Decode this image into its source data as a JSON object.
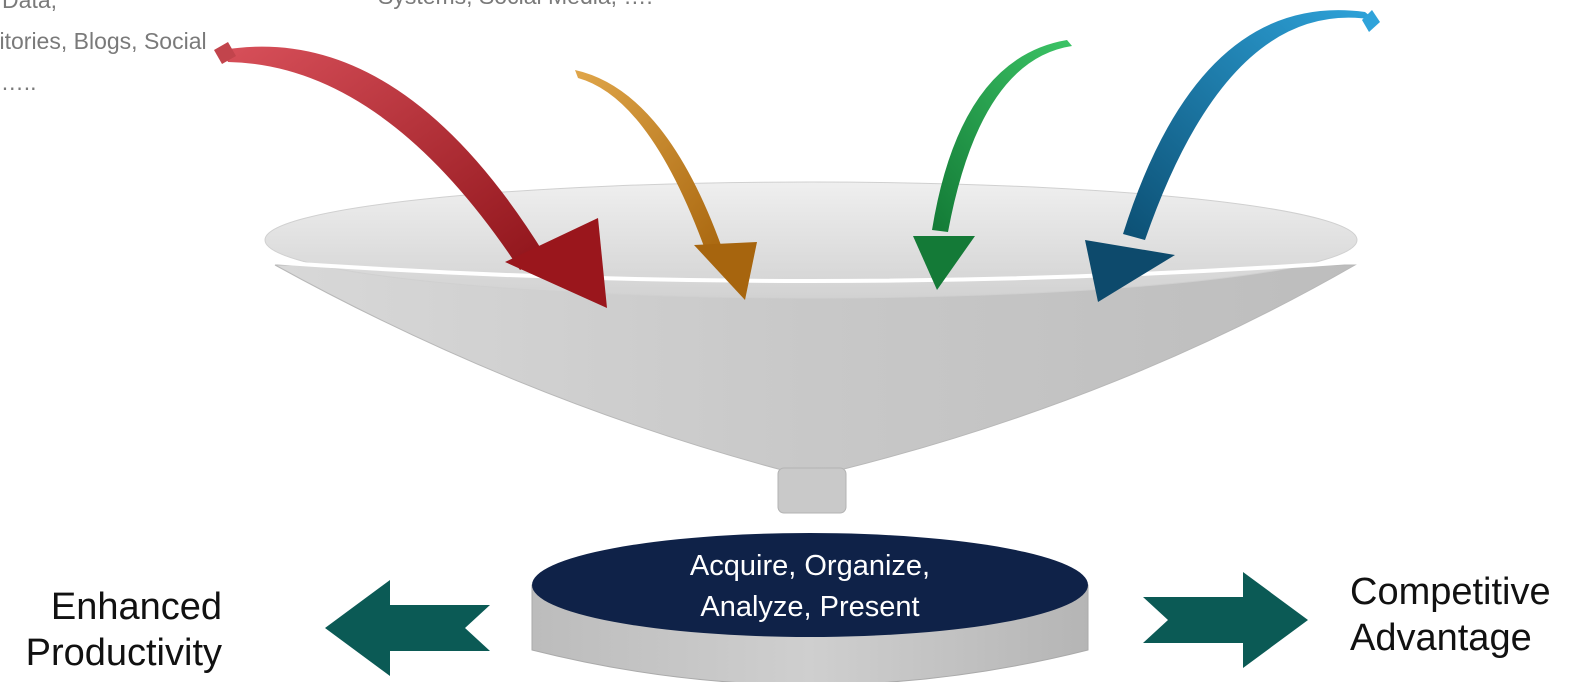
{
  "sources": {
    "left_lines": [
      "r Data,",
      "sitories, Blogs, Social",
      ", ….."
    ],
    "middle_line": "Systems, Social Media, …."
  },
  "process": {
    "line1": "Acquire, Organize,",
    "line2": "Analyze, Present"
  },
  "outcomes": {
    "left_line1": "Enhanced",
    "left_line2": "Productivity",
    "right_line1": "Competitive",
    "right_line2": "Advantage"
  },
  "colors": {
    "arrow_red": "#b8232a",
    "arrow_orange": "#c98a1e",
    "arrow_green": "#1f9a4a",
    "arrow_blue": "#1577a8",
    "disc_top": "#0f2248",
    "outcome_arrows": "#0b5a55",
    "funnel": "#cfcfcf"
  }
}
